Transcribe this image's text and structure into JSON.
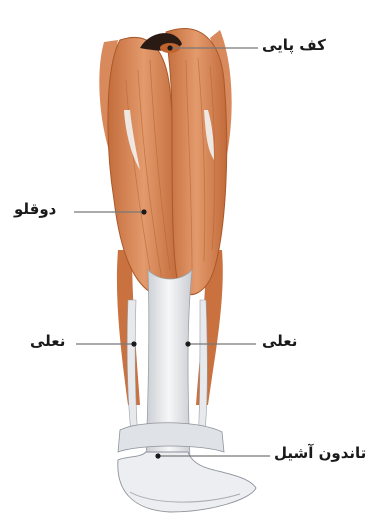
{
  "figure": {
    "top_caption_fragment": "",
    "labels": {
      "plantaris": "کف پایی",
      "gastrocnemius": "دوقلو",
      "soleus_left": "نعلی",
      "soleus_right": "نعلی",
      "achilles_tendon": "تاندون آشیل"
    }
  },
  "colors": {
    "muscle": "#d8865a",
    "muscle_dark": "#b0602e",
    "tendon": "#eef0f2",
    "tendon_shadow": "#b9bec4",
    "leader_line": "#777777",
    "label_text": "#1a1a1a"
  }
}
